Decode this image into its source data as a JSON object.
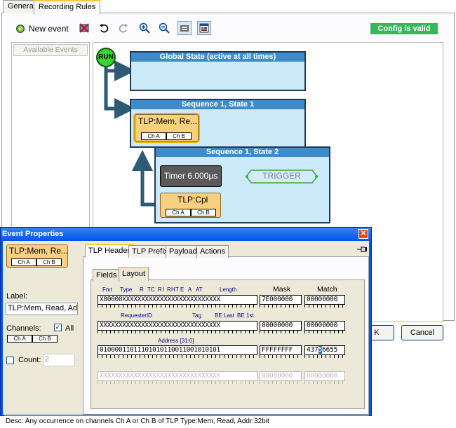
{
  "tabs": [
    {
      "label": "General"
    },
    {
      "label": "Recording Rules"
    }
  ],
  "toolbar": {
    "new_event_label": "New event",
    "config_status": "Config is valid",
    "config_status_color": "#38b75a",
    "icons": [
      "new-event-icon",
      "delete-icon",
      "undo-icon",
      "redo-icon",
      "zoom-in-icon",
      "zoom-out-icon",
      "fit-view-icon",
      "properties-icon"
    ]
  },
  "available_events": {
    "header": "Available Events"
  },
  "diagram": {
    "run_label": "RUN",
    "global_state_title": "Global State (active at all times)",
    "seq1_state1_title": "Sequence 1, State 1",
    "seq1_state2_title": "Sequence 1, State 2",
    "event1": {
      "label": "TLP:Mem, Re...",
      "chan_a": "Ch A",
      "chan_b": "Ch B"
    },
    "event2": {
      "label": "TLP:Cpl",
      "chan_a": "Ch A",
      "chan_b": "Ch B"
    },
    "timer_label": "Timer 6.000µs",
    "trigger_label": "TRIGGER",
    "colors": {
      "state_fill": "#cdeafa",
      "state_title": "#3f8bc9",
      "event_fill": "#f9cf80",
      "run_fill": "#36d336"
    }
  },
  "behind_buttons": {
    "ok_partial": "K",
    "cancel": "Cancel"
  },
  "dialog": {
    "title": "Event Properties",
    "event_card": {
      "label": "TLP:Mem, Re...",
      "chan_a": "Ch A",
      "chan_b": "Ch B"
    },
    "label_caption": "Label:",
    "label_value": "TLP:Mem, Read, Addr:",
    "channels_caption": "Channels:",
    "all_label": "All",
    "all_checked": true,
    "chan_a": "Ch A",
    "chan_b": "Ch B",
    "count_label": "Count:",
    "count_checked": false,
    "count_value": "2",
    "tabs": [
      "TLP Header",
      "TLP Prefix",
      "Payload",
      "Actions"
    ],
    "subtabs": [
      "Fields",
      "Layout"
    ],
    "mask_header": "Mask",
    "match_header": "Match",
    "rows": [
      {
        "fields": [
          "Fmt",
          "Type",
          "R",
          "TC",
          "R",
          "I",
          "R",
          "H",
          "T",
          "E",
          "A",
          "AT",
          "Length"
        ],
        "bits": "X00000XXXXXXXXXXXXXXXXXXXXXXXXXX",
        "mask": "7E000000",
        "match": "00000000"
      },
      {
        "fields": [
          "RequesterID",
          "Tag",
          "BE Last",
          "BE 1st"
        ],
        "bits": "XXXXXXXXXXXXXXXXXXXXXXXXXXXXXXXX",
        "mask": "00000000",
        "match": "00000000"
      },
      {
        "fields": [
          "Address [31:0]"
        ],
        "bits": "01000011011101010110011001010101",
        "mask": "FFFFFFFF",
        "match_pre": "437",
        "match_sel": "5",
        "match_post": "6655"
      },
      {
        "fields": [],
        "bits": "XXXXXXXXXXXXXXXXXXXXXXXXXXXXXXXX",
        "mask": "00000000",
        "match": "00000000"
      }
    ],
    "status": "Desc: Any occurrence on channels Ch A or Ch B of TLP Type:Mem, Read, Addr:32bit"
  }
}
